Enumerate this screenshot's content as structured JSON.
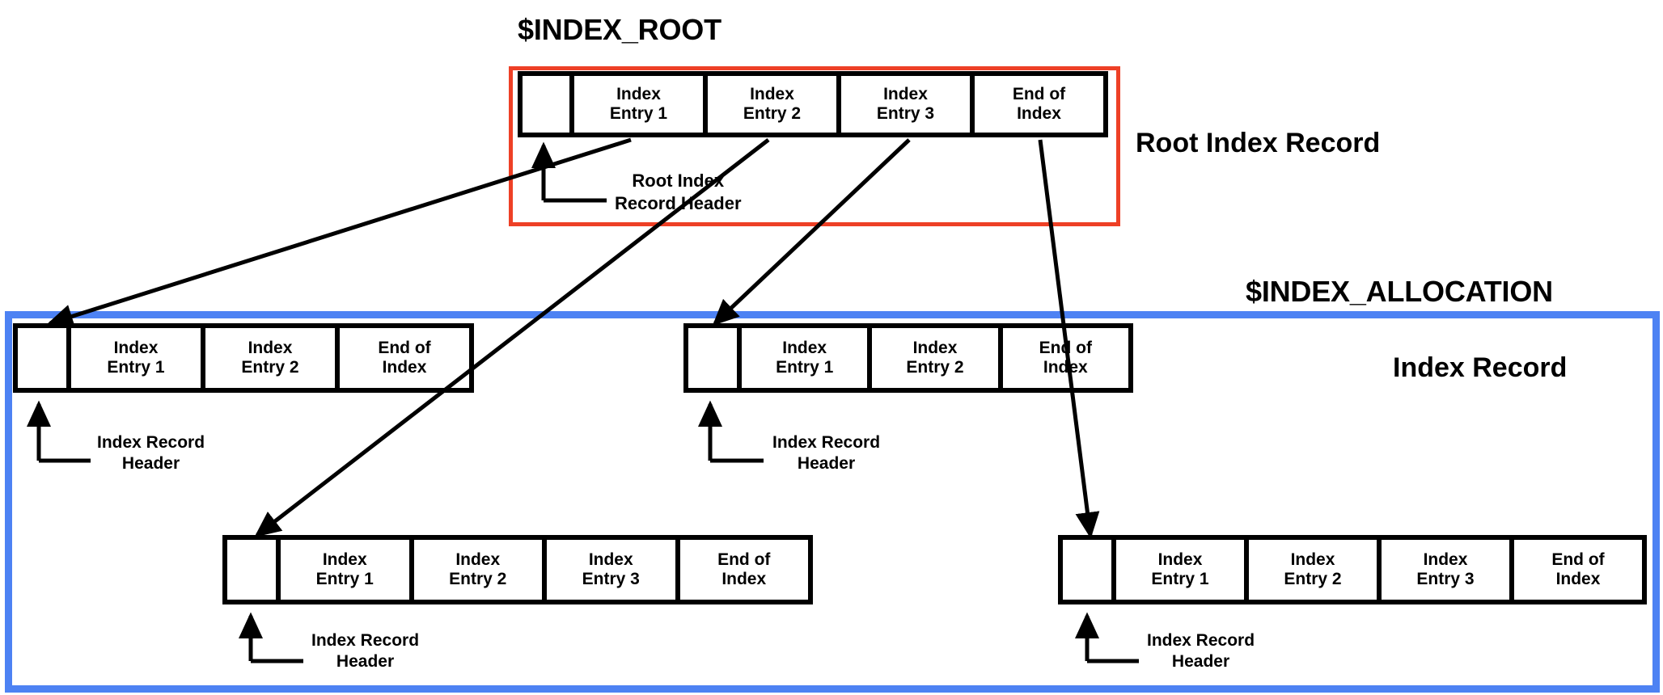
{
  "diagram": {
    "title_index_root": "$INDEX_ROOT",
    "title_index_allocation": "$INDEX_ALLOCATION",
    "label_root_index_record": "Root Index Record",
    "label_index_record": "Index Record",
    "colors": {
      "root_region_border": "#ee4026",
      "allocation_region_border": "#4d82f3",
      "record_border": "#000000",
      "background": "#ffffff"
    },
    "callouts": {
      "root_header_line1": "Root Index",
      "root_header_line2": "Record Header",
      "index_header_line1": "Index Record",
      "index_header_line2": "Header"
    },
    "records": {
      "root": {
        "name": "Root Index Record",
        "header_cell_label": "",
        "cells": [
          {
            "l1": "Index",
            "l2": "Entry 1"
          },
          {
            "l1": "Index",
            "l2": "Entry 2"
          },
          {
            "l1": "Index",
            "l2": "Entry 3"
          },
          {
            "l1": "End of",
            "l2": "Index"
          }
        ]
      },
      "alloc1": {
        "name": "Index Record 1",
        "cells": [
          {
            "l1": "Index",
            "l2": "Entry 1"
          },
          {
            "l1": "Index",
            "l2": "Entry 2"
          },
          {
            "l1": "End of",
            "l2": "Index"
          }
        ]
      },
      "alloc2": {
        "name": "Index Record 2",
        "cells": [
          {
            "l1": "Index",
            "l2": "Entry 1"
          },
          {
            "l1": "Index",
            "l2": "Entry 2"
          },
          {
            "l1": "End of",
            "l2": "Index"
          }
        ]
      },
      "alloc3": {
        "name": "Index Record 3",
        "cells": [
          {
            "l1": "Index",
            "l2": "Entry 1"
          },
          {
            "l1": "Index",
            "l2": "Entry 2"
          },
          {
            "l1": "Index",
            "l2": "Entry 3"
          },
          {
            "l1": "End of",
            "l2": "Index"
          }
        ]
      },
      "alloc4": {
        "name": "Index Record 4",
        "cells": [
          {
            "l1": "Index",
            "l2": "Entry 1"
          },
          {
            "l1": "Index",
            "l2": "Entry 2"
          },
          {
            "l1": "Index",
            "l2": "Entry 3"
          },
          {
            "l1": "End of",
            "l2": "Index"
          }
        ]
      }
    },
    "connections": [
      {
        "from": "root.Index Entry 1",
        "to": "Index Record 1 header"
      },
      {
        "from": "root.Index Entry 2",
        "to": "Index Record 3 header"
      },
      {
        "from": "root.Index Entry 3",
        "to": "Index Record 2 header"
      },
      {
        "from": "root.End of Index",
        "to": "Index Record 4 header"
      }
    ]
  }
}
